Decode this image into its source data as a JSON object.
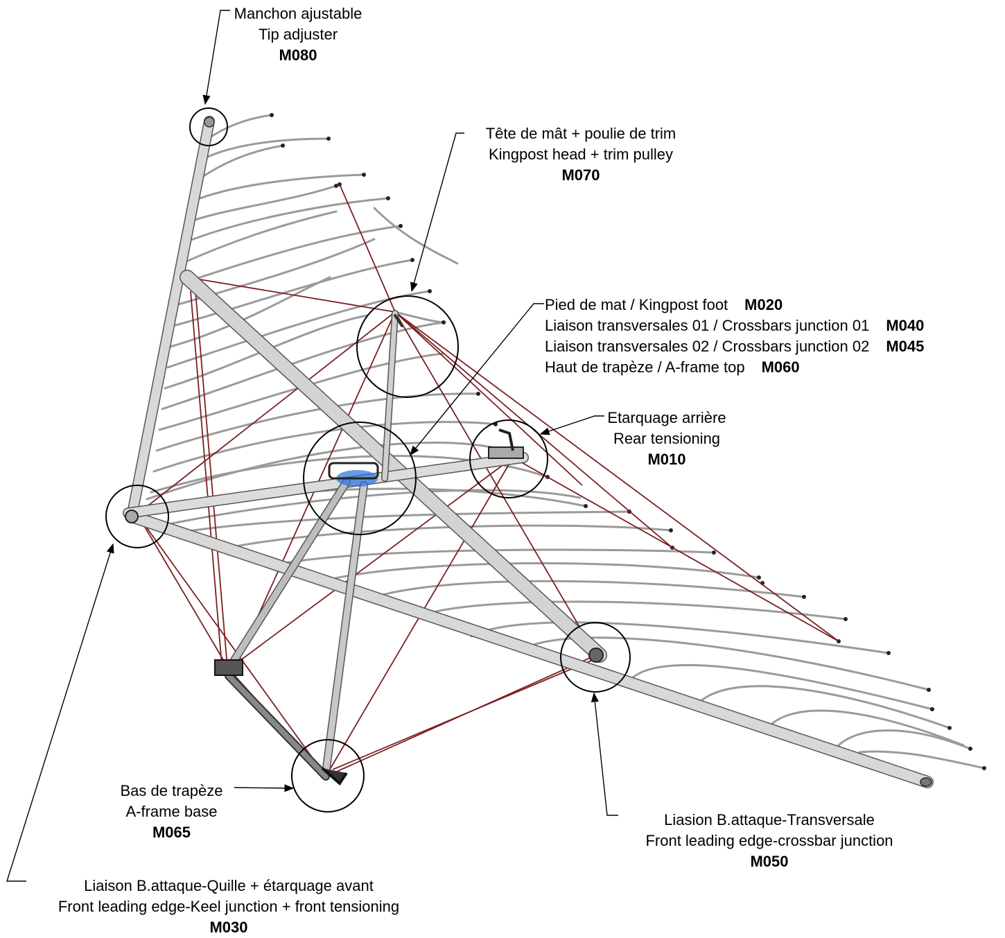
{
  "callouts": {
    "m080": {
      "fr": "Manchon ajustable",
      "en": "Tip adjuster",
      "code": "M080"
    },
    "m070": {
      "fr": "Tête de mât + poulie de trim",
      "en": "Kingpost head + trim pulley",
      "code": "M070"
    },
    "center_group": {
      "rows": [
        {
          "text": "Pied de mat / Kingpost foot",
          "code": "M020"
        },
        {
          "text": "Liaison transversales 01 / Crossbars junction 01",
          "code": "M040"
        },
        {
          "text": "Liaison transversales 02 / Crossbars junction 02",
          "code": "M045"
        },
        {
          "text": "Haut de trapèze / A-frame top",
          "code": "M060"
        }
      ]
    },
    "m010": {
      "fr": "Etarquage arrière",
      "en": "Rear tensioning",
      "code": "M010"
    },
    "m065": {
      "fr": "Bas de trapèze",
      "en": "A-frame base",
      "code": "M065"
    },
    "m050": {
      "fr": "Liasion B.attaque-Transversale",
      "en": "Front leading edge-crossbar junction",
      "code": "M050"
    },
    "m030": {
      "fr": "Liaison B.attaque-Quille + étarquage avant",
      "en": "Front leading edge-Keel junction + front tensioning",
      "code": "M030"
    }
  },
  "colors": {
    "tube": "#c9c9c9",
    "cable": "#7a1f1f",
    "circle": "#000000",
    "accent": "#2a6fdb"
  }
}
